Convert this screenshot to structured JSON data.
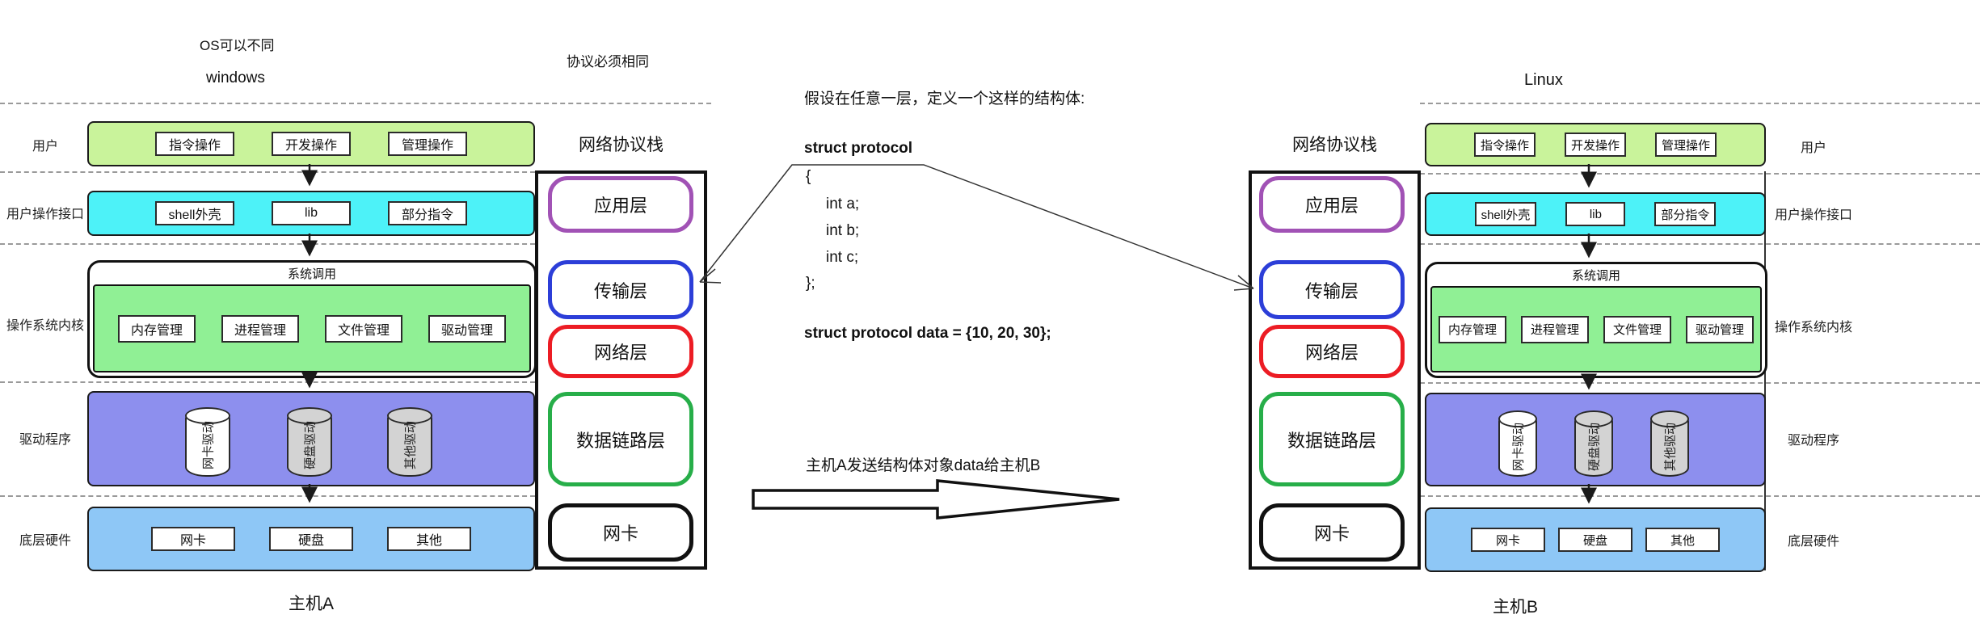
{
  "notes": {
    "os_note": "OS可以不同",
    "host_a_os": "windows",
    "protocol_note": "协议必须相同",
    "host_b_os": "Linux"
  },
  "side_labels": {
    "user": "用户",
    "user_interface": "用户操作接口",
    "kernel": "操作系统内核",
    "driver": "驱动程序",
    "hardware": "底层硬件"
  },
  "hosts": {
    "a": "主机A",
    "b": "主机B"
  },
  "rows": {
    "user": {
      "boxes": [
        "指令操作",
        "开发操作",
        "管理操作"
      ]
    },
    "user_interface": {
      "boxes": [
        "shell外壳",
        "lib",
        "部分指令"
      ]
    },
    "kernel": {
      "header": "系统调用",
      "boxes": [
        "内存管理",
        "进程管理",
        "文件管理",
        "驱动管理"
      ]
    },
    "driver": {
      "cylinders": [
        "网卡驱动",
        "硬盘驱动",
        "其他驱动"
      ]
    },
    "hardware": {
      "boxes": [
        "网卡",
        "硬盘",
        "其他"
      ]
    }
  },
  "protocol_stack": {
    "title": "网络协议栈",
    "layers": [
      {
        "label": "应用层",
        "border_color": "#a152b5"
      },
      {
        "label": "传输层",
        "border_color": "#2c3ed8"
      },
      {
        "label": "网络层",
        "border_color": "#ec1c24"
      },
      {
        "label": "数据链路层",
        "border_color": "#27ae49"
      },
      {
        "label": "网卡",
        "border_color": "#111111"
      }
    ]
  },
  "code": {
    "intro": "假设在任意一层，定义一个这样的结构体:",
    "struct_line": "struct protocol",
    "open_brace": "{",
    "field_a": "int a;",
    "field_b": "int b;",
    "field_c": "int c;",
    "close_brace": "};",
    "assignment": "struct protocol data = {10, 20, 30};"
  },
  "transfer": {
    "label": "主机A发送结构体对象data给主机B"
  },
  "colors": {
    "row_user": "#c9f39b",
    "row_user_interface": "#4df2f8",
    "row_kernel_inner": "#90f095",
    "row_driver": "#8d8fee",
    "row_hardware": "#8ec7f6",
    "cylinder_white": "#ffffff",
    "cylinder_gray": "#d3d3d3",
    "dash_gray": "#9a9a9a"
  }
}
